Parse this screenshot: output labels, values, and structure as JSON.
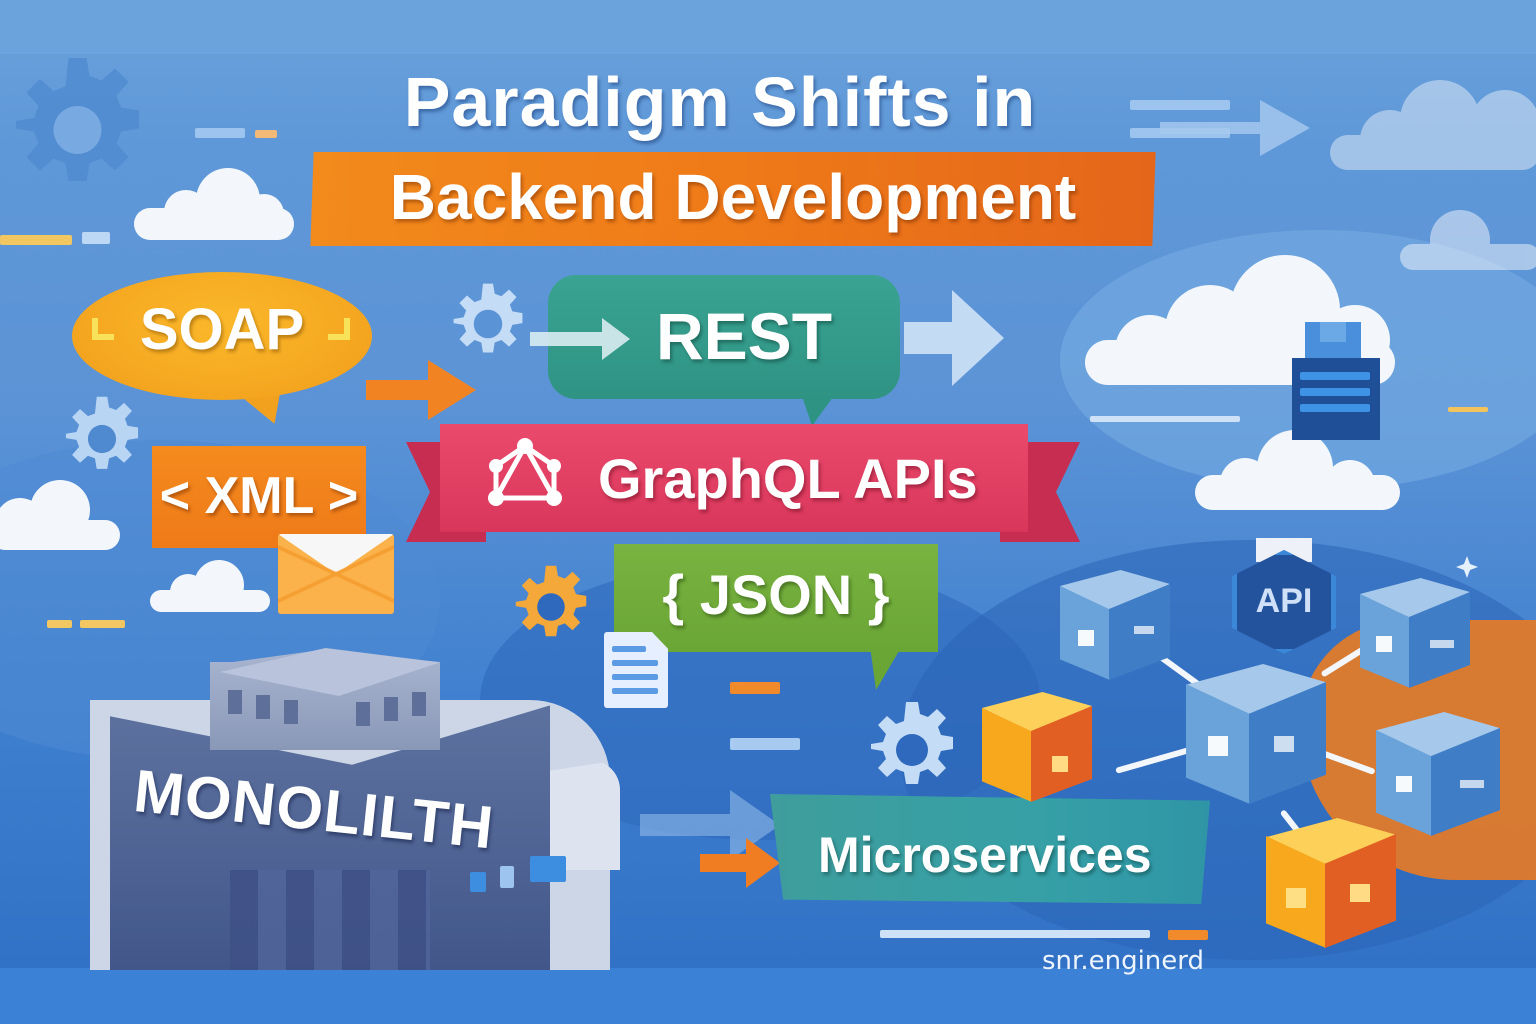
{
  "title": {
    "line1": "Paradigm Shifts in",
    "line2": "Backend Development"
  },
  "paradigms": {
    "soap": "SOAP",
    "xml": "< XML >",
    "rest": "REST",
    "graphql": "GraphQL APIs",
    "json": "{ JSON }",
    "monolith": "MONOLILTH",
    "microservices": "Microservices",
    "api_badge": "API"
  },
  "watermark": "snr.engine­rd",
  "icons": [
    "gear-icon",
    "cloud-icon",
    "arrow-right-icon",
    "envelope-icon",
    "graphql-logo-icon",
    "document-icon",
    "server-icon",
    "cube-icon"
  ],
  "colors": {
    "background": "#5b93d6",
    "title_banner": "#ef7a18",
    "soap": "#f4a51f",
    "xml": "#f0821b",
    "rest": "#339887",
    "graphql": "#e0405f",
    "json": "#6fab3a",
    "monolith": "#4e6393",
    "microservices": "#38a0a4",
    "cube_blue": "#6aa3da",
    "cube_orange": "#f7a81d"
  }
}
